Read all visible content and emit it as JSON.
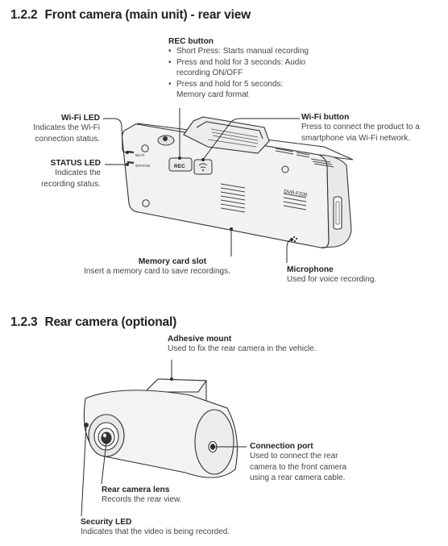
{
  "sections": [
    {
      "number": "1.2.2",
      "title": "Front camera (main unit) - rear view"
    },
    {
      "number": "1.2.3",
      "title": "Rear camera (optional)"
    }
  ],
  "front_camera": {
    "rec_button": {
      "title": "REC button",
      "items": [
        "Short Press: Starts manual recording",
        "Press and hold for 3 seconds: Audio recording ON/OFF",
        "Press and hold for 5 seconds: Memory card format"
      ]
    },
    "wifi_led": {
      "title": "Wi-Fi LED",
      "desc": "Indicates the Wi-Fi connection status."
    },
    "status_led": {
      "title": "STATUS LED",
      "desc": "Indicates the recording status."
    },
    "wifi_button": {
      "title": "Wi-Fi button",
      "desc": "Press to connect the product to a smartphone via Wi-Fi network."
    },
    "memory_slot": {
      "title": "Memory card slot",
      "desc": "Insert a memory card to save recordings."
    },
    "microphone": {
      "title": "Microphone",
      "desc": "Used for voice recording."
    },
    "device_marks": {
      "rec": "REC",
      "wifi": "Wi-Fi",
      "status": "STATUS",
      "model": "DVR-F200"
    }
  },
  "rear_camera": {
    "adhesive_mount": {
      "title": "Adhesive mount",
      "desc": "Used to fix the rear camera in the vehicle."
    },
    "connection_port": {
      "title": "Connection port",
      "desc": "Used to connect the rear camera to the front camera using a rear camera cable."
    },
    "rear_lens": {
      "title": "Rear camera lens",
      "desc": "Records the rear view."
    },
    "security_led": {
      "title": "Security LED",
      "desc": "Indicates that the video is being recorded."
    }
  },
  "colors": {
    "callout": "#2a2a2a",
    "heading": "#222222",
    "device_fill": "#f4f4f4",
    "device_stroke": "#333333"
  }
}
